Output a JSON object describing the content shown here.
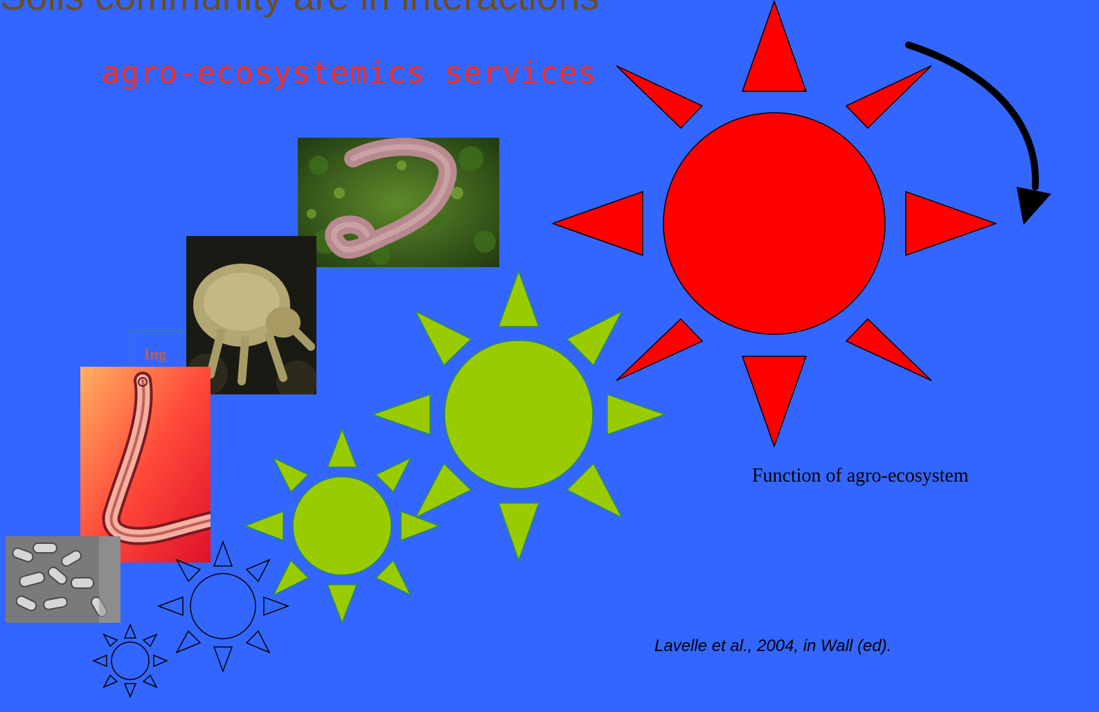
{
  "title": "Soils community are in interactions",
  "subtitle": "agro-ecosystemics services",
  "partial_box_label": "Ing",
  "function_label": "Function of agro-ecosystem",
  "citation": "Lavelle et al., 2004, in Wall (ed).",
  "colors": {
    "background": "#3366ff",
    "large_sun": "#ff0000",
    "medium_sun": "#99cc00",
    "small_sun_outline": "#000000",
    "subtitle": "#ff2a1a"
  },
  "images": [
    {
      "name": "bacteria-photo",
      "subject": "bacteria"
    },
    {
      "name": "nematode-photo",
      "subject": "nematode"
    },
    {
      "name": "mite-photo",
      "subject": "mite"
    },
    {
      "name": "earthworm-photo",
      "subject": "earthworm"
    }
  ],
  "icons": [
    "sun-icon",
    "curved-arrow-icon"
  ]
}
